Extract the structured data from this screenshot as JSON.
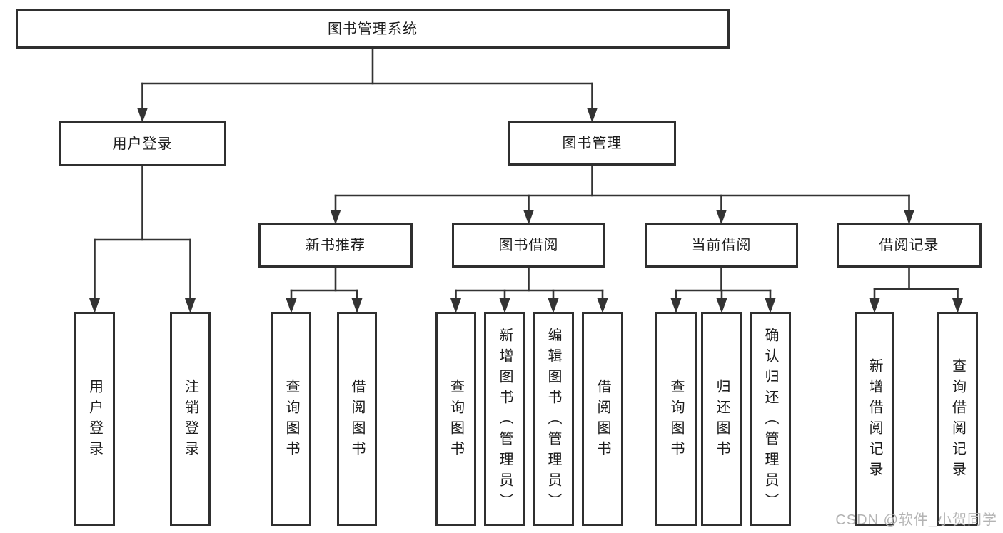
{
  "diagram": {
    "type": "tree",
    "title": "图书管理系统",
    "watermark": "CSDN @软件_小贺同学",
    "colors": {
      "line": "#333333",
      "box_border": "#2f2f2f",
      "text": "#1c1c1c",
      "background": "#ffffff",
      "watermark": "#b3b3b3"
    },
    "nodes": [
      {
        "id": "root",
        "label": "图书管理系统",
        "parent": null
      },
      {
        "id": "user-login",
        "label": "用户登录",
        "parent": "root"
      },
      {
        "id": "book-mgmt",
        "label": "图书管理",
        "parent": "root"
      },
      {
        "id": "login",
        "label": "用户登录",
        "parent": "user-login"
      },
      {
        "id": "logout",
        "label": "注销登录",
        "parent": "user-login"
      },
      {
        "id": "new-books",
        "label": "新书推荐",
        "parent": "book-mgmt"
      },
      {
        "id": "borrow",
        "label": "图书借阅",
        "parent": "book-mgmt"
      },
      {
        "id": "current",
        "label": "当前借阅",
        "parent": "book-mgmt"
      },
      {
        "id": "records",
        "label": "借阅记录",
        "parent": "book-mgmt"
      },
      {
        "id": "nb-query",
        "label": "查询图书",
        "parent": "new-books"
      },
      {
        "id": "nb-borrow",
        "label": "借阅图书",
        "parent": "new-books"
      },
      {
        "id": "b-query",
        "label": "查询图书",
        "parent": "borrow"
      },
      {
        "id": "b-add",
        "label": "新增图书（管理员）",
        "parent": "borrow"
      },
      {
        "id": "b-edit",
        "label": "编辑图书（管理员）",
        "parent": "borrow"
      },
      {
        "id": "b-borrow",
        "label": "借阅图书",
        "parent": "borrow"
      },
      {
        "id": "c-query",
        "label": "查询图书",
        "parent": "current"
      },
      {
        "id": "c-return",
        "label": "归还图书",
        "parent": "current"
      },
      {
        "id": "c-confirm",
        "label": "确认归还（管理员）",
        "parent": "current"
      },
      {
        "id": "r-add",
        "label": "新增借阅记录",
        "parent": "records"
      },
      {
        "id": "r-query",
        "label": "查询借阅记录",
        "parent": "records"
      }
    ]
  }
}
